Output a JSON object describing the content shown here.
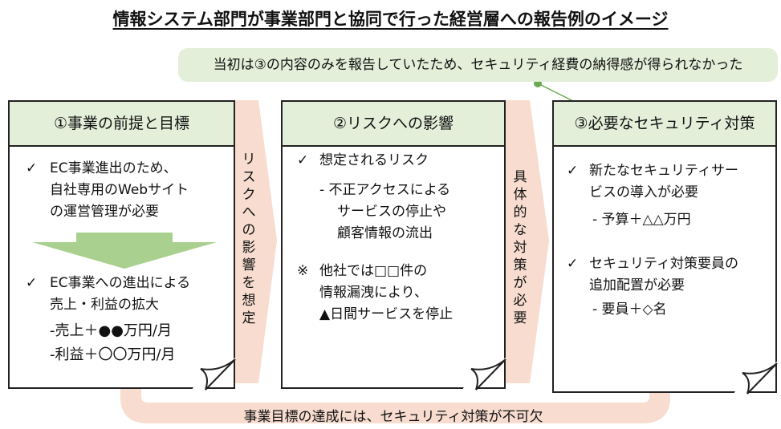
{
  "title": "情報システム部門が事業部門と協同で行った経営層への報告例のイメージ",
  "note": "当初は③の内容のみを報告していたため、セキュリティ経費の納得感が得られなかった",
  "panel1": {
    "heading": "①事業の前提と目標",
    "item1": [
      "EC事業進出のため、",
      "自社専用のWebサイト",
      "の運営管理が必要"
    ],
    "item2": [
      "EC事業への進出による",
      "売上・利益の拡大"
    ],
    "sub": [
      "-売上＋●●万円/月",
      "-利益＋〇〇万円/月"
    ]
  },
  "arrow1_label": [
    "リ",
    "ス",
    "ク",
    "へ",
    "の",
    "影",
    "響",
    "を",
    "想",
    "定"
  ],
  "panel2": {
    "heading": "②リスクへの影響",
    "item1": "想定されるリスク",
    "sub": [
      "- 不正アクセスによる",
      "サービスの停止や",
      "顧客情報の流出"
    ],
    "note_mark": "※",
    "note": [
      "他社では□□件の",
      "情報漏洩により、",
      "▲日間サービスを停止"
    ]
  },
  "arrow2_label": [
    "具",
    "体",
    "的",
    "な",
    "対",
    "策",
    "が",
    "必",
    "要"
  ],
  "panel3": {
    "heading": "③必要なセキュリティ対策",
    "item1": [
      "新たなセキュリティサー",
      "ビスの導入が必要"
    ],
    "sub1": "- 予算＋△△万円",
    "item2": [
      "セキュリティ対策要員の",
      "追加配置が必要"
    ],
    "sub2": "- 要員＋◇名"
  },
  "bottom_label": "事業目標の達成には、セキュリティ対策が不可欠",
  "colors": {
    "green_fill": "#e3efd9",
    "arrow_green": "#a9d08e",
    "salmon": "#f7dccf",
    "connector": "#6aa84f"
  },
  "check_mark": "✓"
}
